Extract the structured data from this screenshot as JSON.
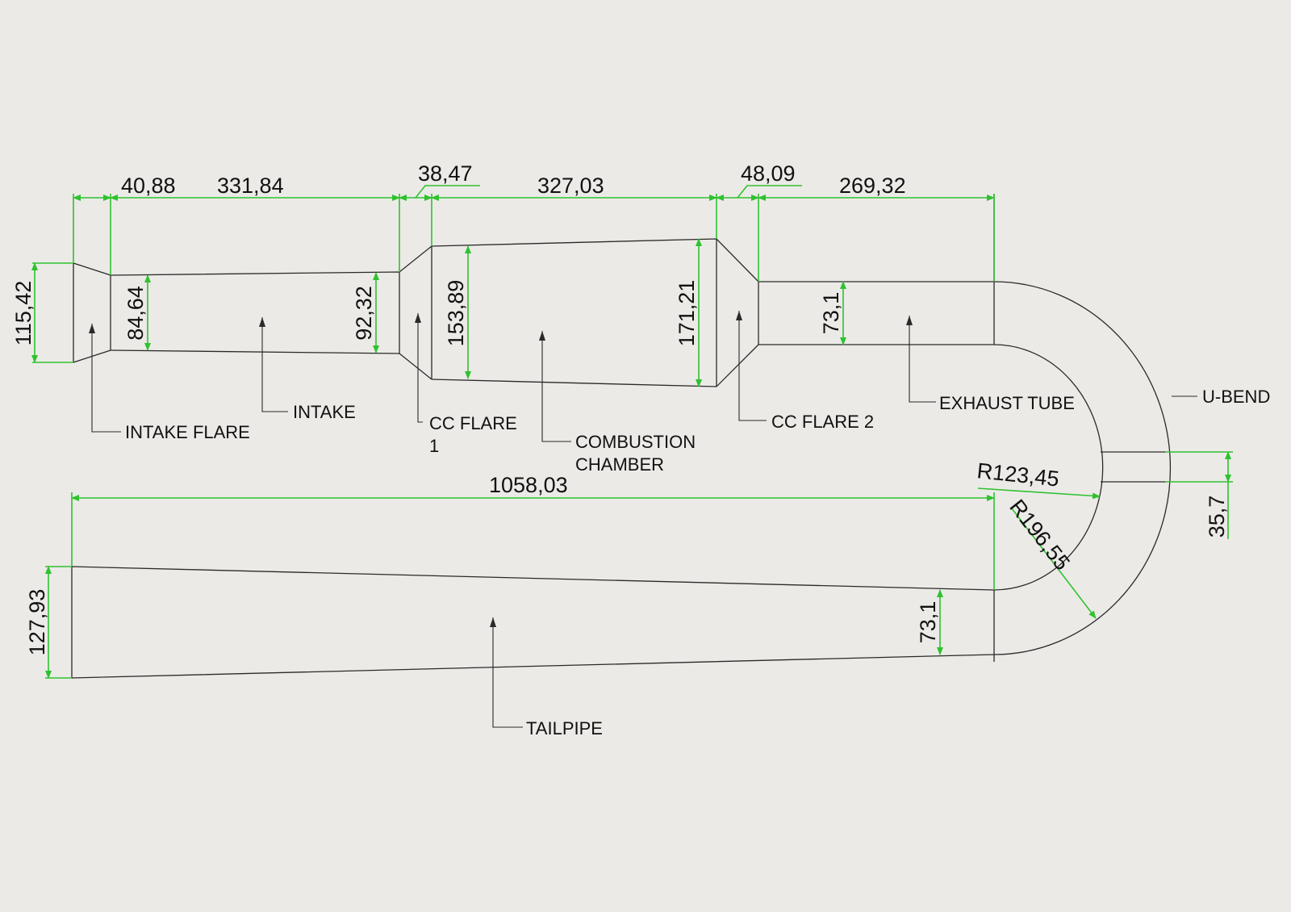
{
  "colors": {
    "background": "#eceae7",
    "outline": "#2a2a2a",
    "dimension": "#2fc22f",
    "text": "#111111"
  },
  "dimensions": {
    "intake_flare_length": "40,88",
    "intake_length": "331,84",
    "cc_flare_1_length": "38,47",
    "combustion_chamber_length": "327,03",
    "cc_flare_2_length": "48,09",
    "exhaust_tube_length": "269,32",
    "intake_flare_diameter": "115,42",
    "intake_start_diameter": "84,64",
    "intake_end_diameter": "92,32",
    "chamber_start_diameter": "153,89",
    "chamber_end_diameter": "171,21",
    "exhaust_tube_diameter": "73,1",
    "tailpipe_length": "1058,03",
    "tailpipe_end_diameter": "127,93",
    "tailpipe_start_diameter": "73,1",
    "bend_inner_radius": "R123,45",
    "bend_outer_radius": "R196,55",
    "bend_gap": "35,7"
  },
  "labels": {
    "intake_flare": "INTAKE FLARE",
    "intake": "INTAKE",
    "cc_flare_1": [
      "CC FLARE",
      "1"
    ],
    "combustion_chamber": [
      "COMBUSTION",
      "CHAMBER"
    ],
    "cc_flare_2": "CC FLARE 2",
    "exhaust_tube": "EXHAUST TUBE",
    "u_bend": "U-BEND",
    "tailpipe": "TAILPIPE"
  }
}
